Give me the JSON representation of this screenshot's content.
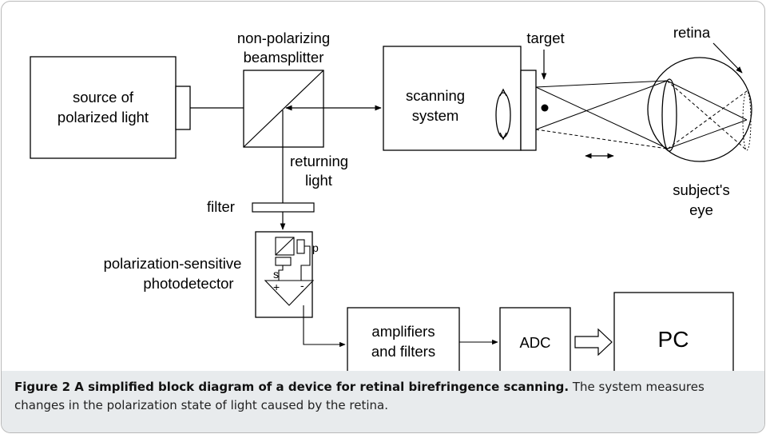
{
  "diagram": {
    "source_label": [
      "source of",
      "polarized light"
    ],
    "beamsplitter_label": [
      "non-polarizing",
      "beamsplitter"
    ],
    "scanning_label": [
      "scanning",
      "system"
    ],
    "target_label": "target",
    "retina_label": "retina",
    "eye_label": [
      "subject's",
      "eye"
    ],
    "returning_label": [
      "returning",
      "light"
    ],
    "filter_label": "filter",
    "photodetector_label": [
      "polarization-sensitive",
      "photodetector"
    ],
    "p_label": "p",
    "s_label": "s",
    "plus_label": "+",
    "minus_label": "-",
    "amplifiers_label": [
      "amplifiers",
      "and filters"
    ],
    "adc_label": "ADC",
    "pc_label": "PC"
  },
  "caption": {
    "title": "Figure 2 A simplified block diagram of a device for retinal birefringence scanning.",
    "text": "The system measures changes in the polarization state of light caused by the retina."
  }
}
